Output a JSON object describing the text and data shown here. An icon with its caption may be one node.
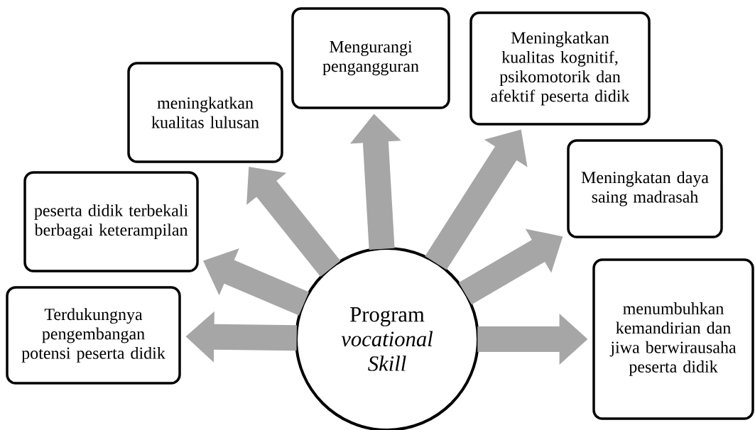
{
  "diagram": {
    "nodes": [
      {
        "text": [
          "Program *vocational Skill*"
        ]
      },
      {
        "text": [
          "Terdukungnya pengembangan potensi peserta didik"
        ]
      },
      {
        "text": [
          "peserta didik terbekali berbagai keterampilan"
        ]
      },
      {
        "text": [
          "meningkatkan kualitas lulusan"
        ]
      },
      {
        "text": [
          "Mengurangi pengangguran"
        ]
      },
      {
        "text": [
          "Meningkatkan kualitas kognitif, psikomotorik dan afektif peserta didik"
        ]
      },
      {
        "text": [
          "Meningkatan daya saing madrasah"
        ]
      },
      {
        "text": [
          "menumbuhkan kemandirian dan jiwa berwirausaha peserta didik"
        ]
      }
    ],
    "edges": [
      {
        "from": 0,
        "to": 1,
        "arrow": "to",
        "color": "#a6a6a6"
      },
      {
        "from": 0,
        "to": 2,
        "arrow": "to",
        "color": "#a6a6a6"
      },
      {
        "from": 0,
        "to": 3,
        "arrow": "to",
        "color": "#a6a6a6"
      },
      {
        "from": 0,
        "to": 4,
        "arrow": "to",
        "color": "#a6a6a6"
      },
      {
        "from": 0,
        "to": 5,
        "arrow": "to",
        "color": "#a6a6a6"
      },
      {
        "from": 0,
        "to": 6,
        "arrow": "to",
        "color": "#a6a6a6"
      },
      {
        "from": 0,
        "to": 7,
        "arrow": "to",
        "color": "#a6a6a6"
      }
    ]
  }
}
